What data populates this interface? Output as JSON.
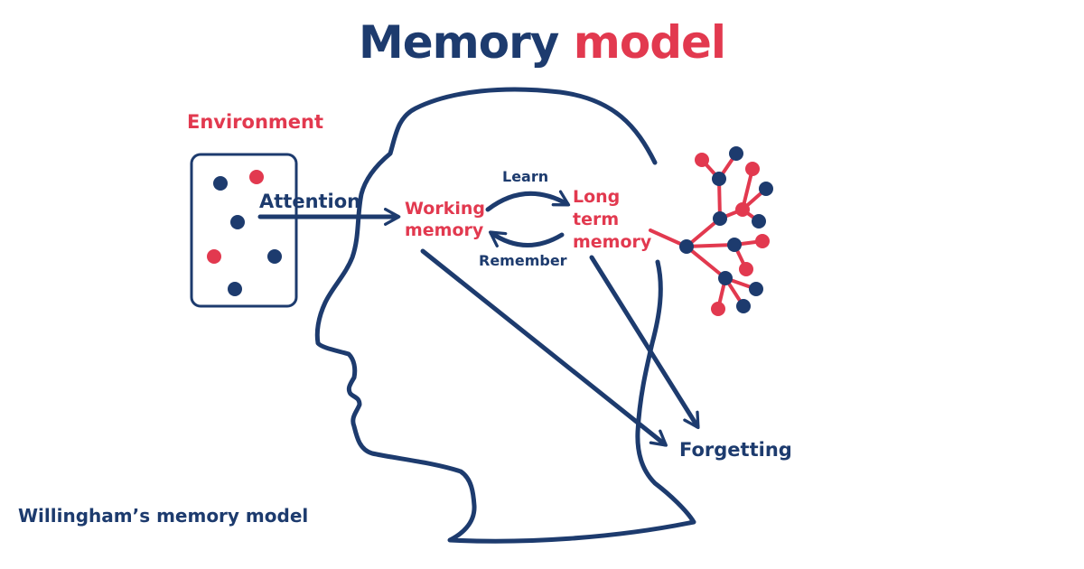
{
  "colors": {
    "navy": "#1d3b6e",
    "red": "#e2394f"
  },
  "title": {
    "part1": "Memory",
    "part2": "model"
  },
  "labels": {
    "environment": "Environment",
    "attention": "Attention",
    "working_memory_line1": "Working",
    "working_memory_line2": "memory",
    "learn": "Learn",
    "remember": "Remember",
    "long_term_line1": "Long",
    "long_term_line2": "term",
    "long_term_line3": "memory",
    "forgetting": "Forgetting"
  },
  "caption": "Willingham’s memory model"
}
